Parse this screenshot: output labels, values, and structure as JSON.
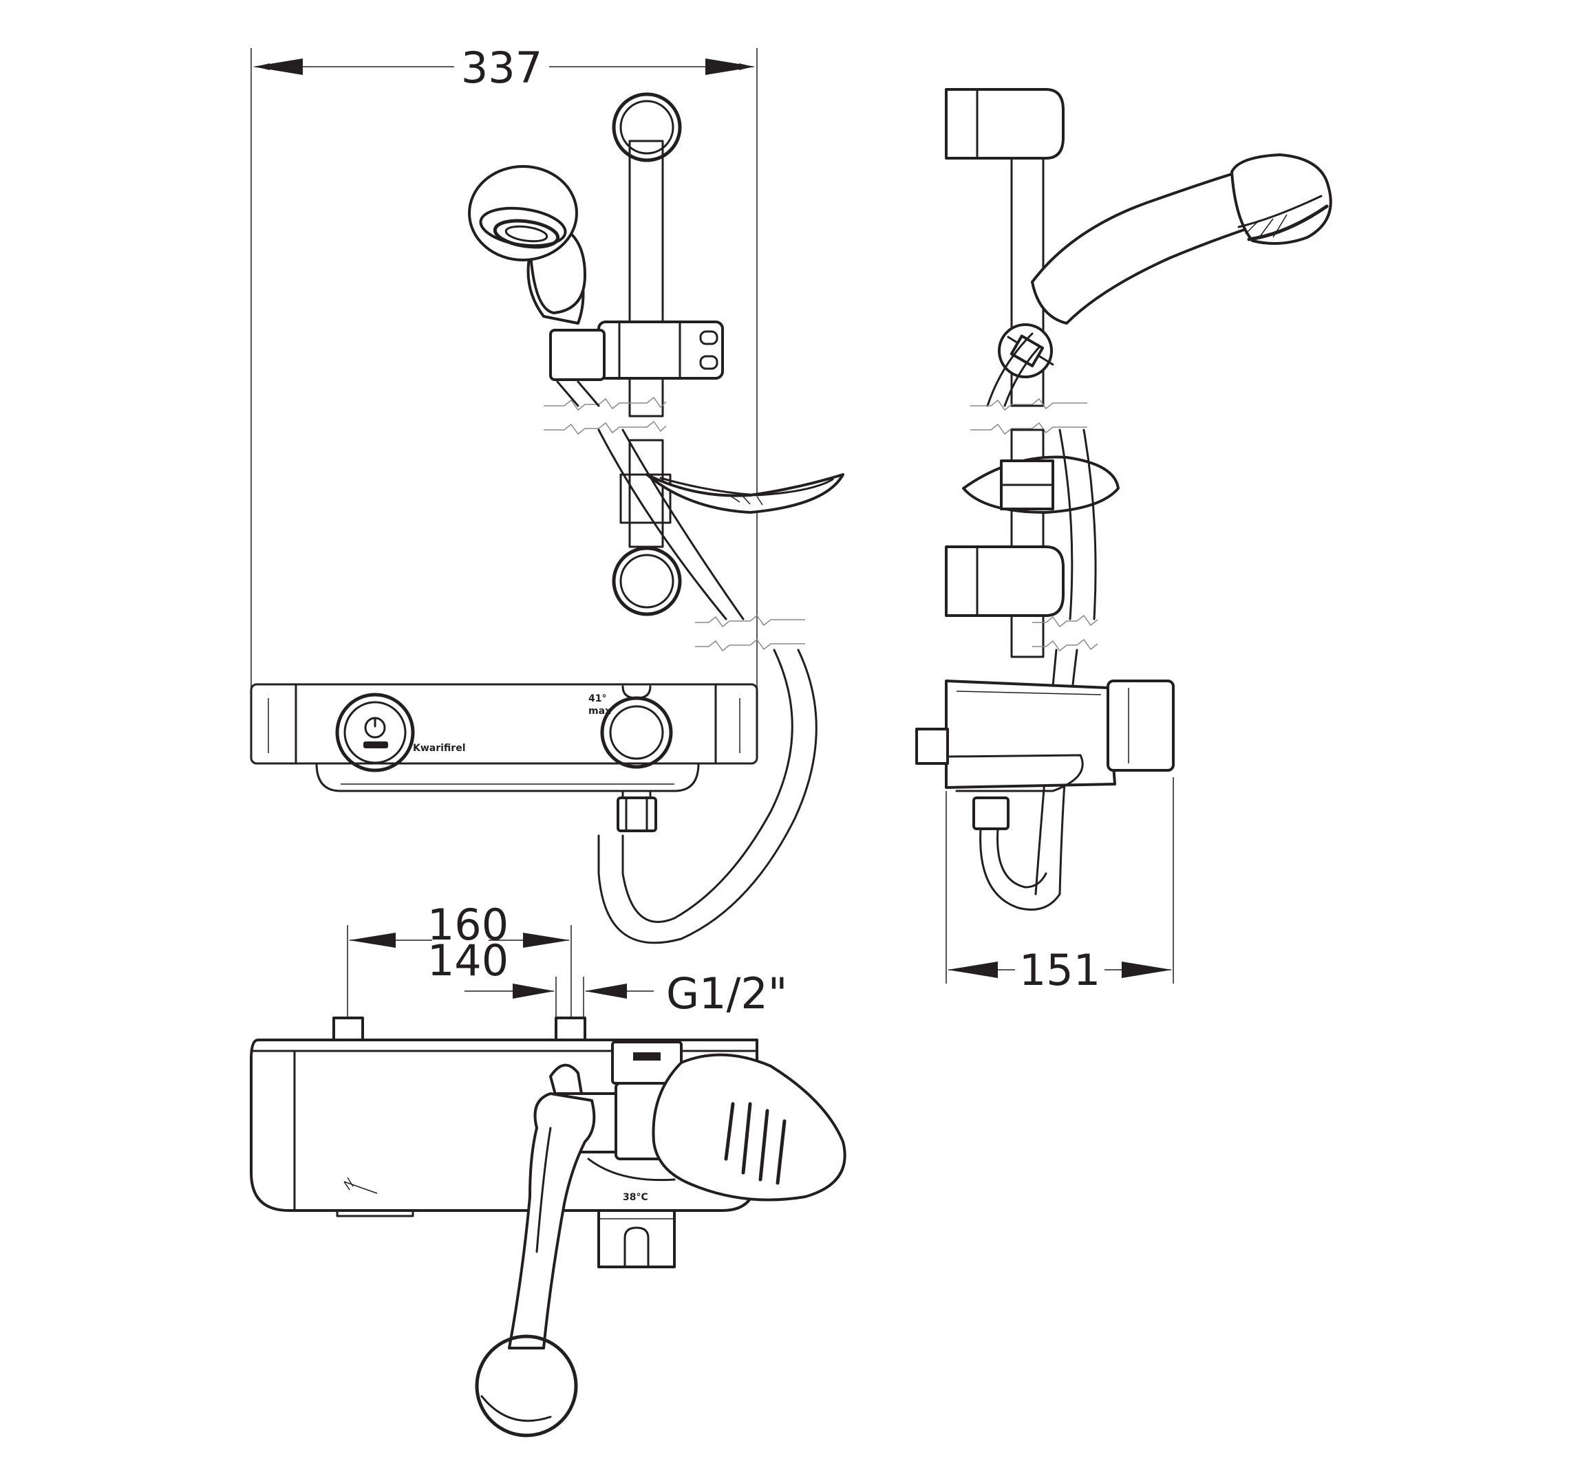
{
  "dimensions": {
    "front_width": "337",
    "side_depth": "151",
    "inlet_spacing_outer": "160",
    "inlet_spacing_inner": "140",
    "inlet_thread": "G1/2\""
  },
  "labels": {
    "temp_mark": "41°",
    "max_mark": "max",
    "brand": "Kwarifirel",
    "temp_top": "38°C"
  }
}
